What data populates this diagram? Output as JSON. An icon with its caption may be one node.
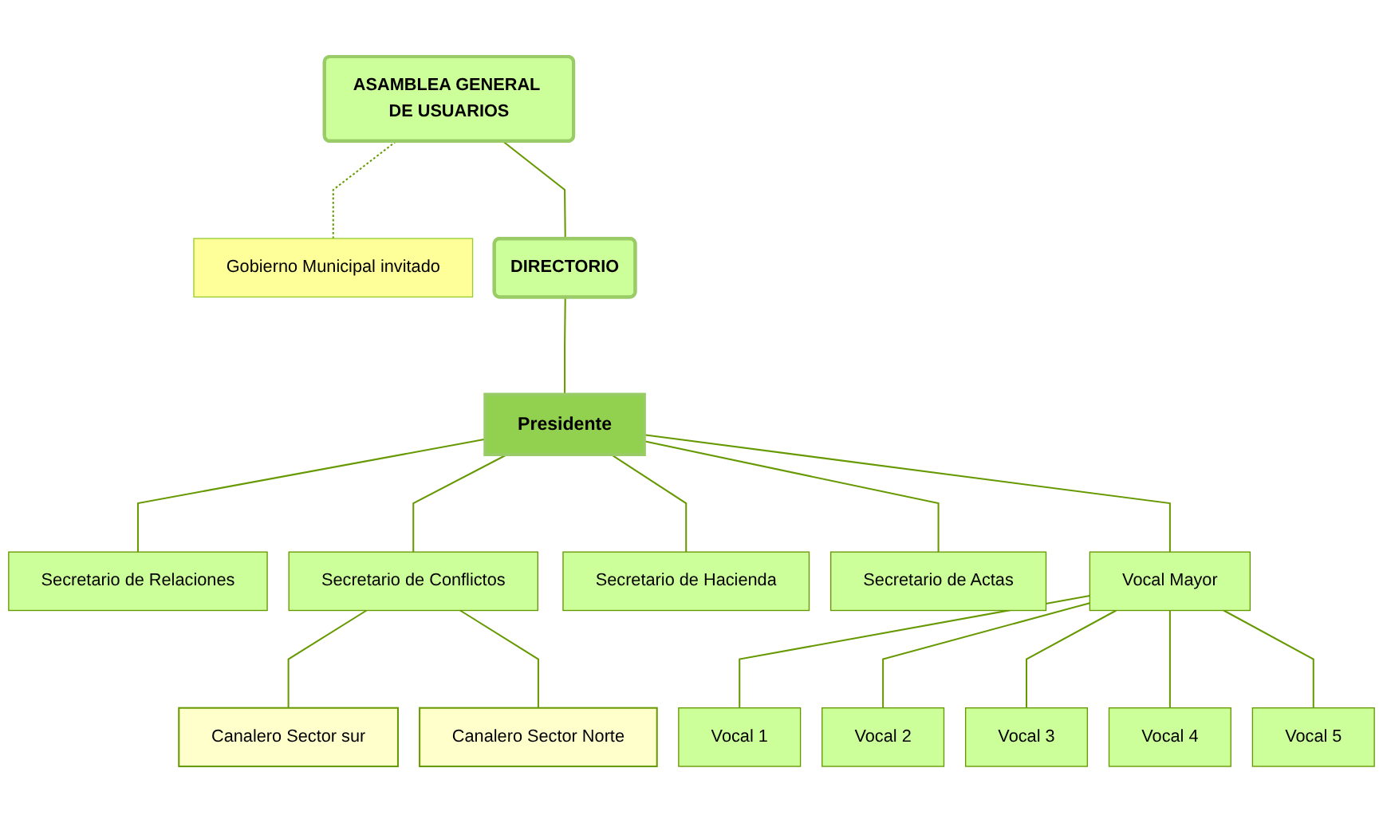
{
  "diagram": {
    "nodes": [
      {
        "text": [
          "ASAMBLEA GENERAL DE USUARIOS"
        ]
      },
      {
        "text": [
          "Gobierno Municipal invitado"
        ]
      },
      {
        "text": [
          "DIRECTORIO"
        ]
      },
      {
        "text": [
          "Presidente"
        ]
      },
      {
        "text": [
          "Secretario de Relaciones"
        ]
      },
      {
        "text": [
          "Secretario de Conflictos"
        ]
      },
      {
        "text": [
          "Secretario de Hacienda"
        ]
      },
      {
        "text": [
          "Secretario de Actas"
        ]
      },
      {
        "text": [
          "Vocal Mayor"
        ]
      },
      {
        "text": [
          "Canalero Sector sur"
        ]
      },
      {
        "text": [
          "Canalero Sector Norte"
        ]
      },
      {
        "text": [
          "Vocal 1"
        ]
      },
      {
        "text": [
          "Vocal 2"
        ]
      },
      {
        "text": [
          "Vocal 3"
        ]
      },
      {
        "text": [
          "Vocal 4"
        ]
      },
      {
        "text": [
          "Vocal 5"
        ]
      }
    ],
    "edges": [
      {
        "from": 0,
        "to": 1,
        "arrow": "none",
        "style": "dashed"
      },
      {
        "from": 0,
        "to": 2,
        "arrow": "none"
      },
      {
        "from": 2,
        "to": 3,
        "arrow": "none"
      },
      {
        "from": 3,
        "to": 4,
        "arrow": "none"
      },
      {
        "from": 3,
        "to": 5,
        "arrow": "none"
      },
      {
        "from": 3,
        "to": 6,
        "arrow": "none"
      },
      {
        "from": 3,
        "to": 7,
        "arrow": "none"
      },
      {
        "from": 3,
        "to": 8,
        "arrow": "none"
      },
      {
        "from": 5,
        "to": 9,
        "arrow": "none"
      },
      {
        "from": 5,
        "to": 10,
        "arrow": "none"
      },
      {
        "from": 8,
        "to": 11,
        "arrow": "none"
      },
      {
        "from": 8,
        "to": 12,
        "arrow": "none"
      },
      {
        "from": 8,
        "to": 13,
        "arrow": "none"
      },
      {
        "from": 8,
        "to": 14,
        "arrow": "none"
      },
      {
        "from": 8,
        "to": 15,
        "arrow": "none"
      }
    ]
  }
}
